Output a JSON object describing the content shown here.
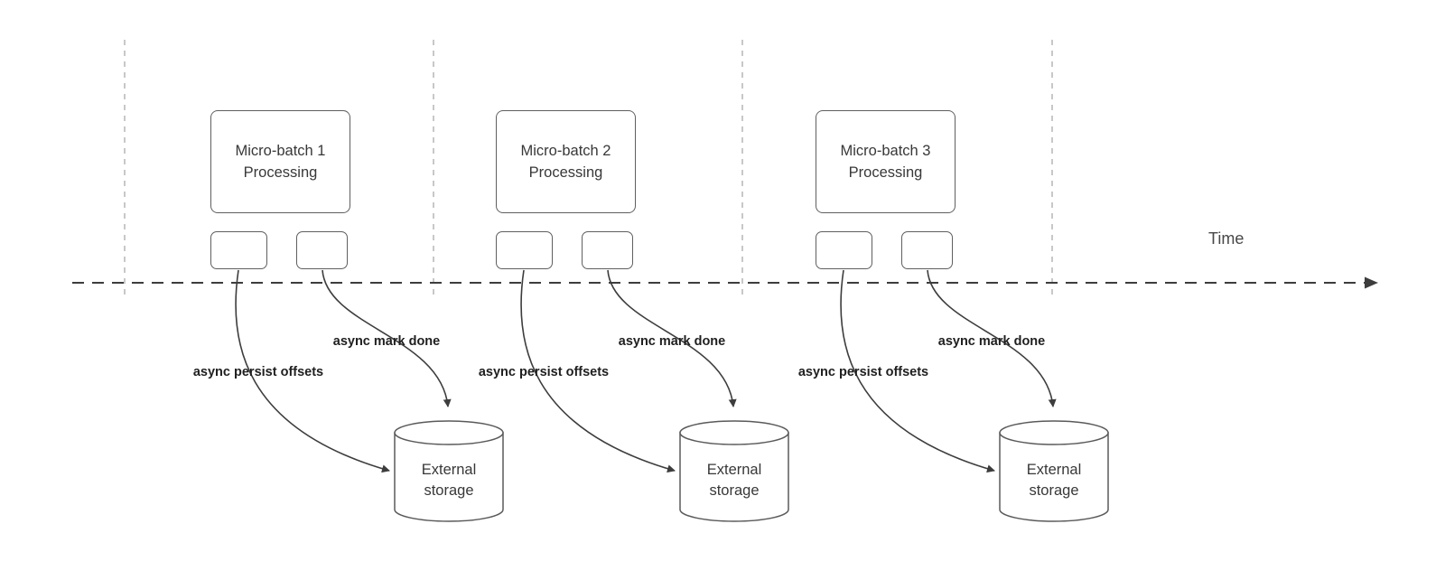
{
  "diagram": {
    "time_label": "Time",
    "groups": [
      {
        "title": "Micro-batch 1\nProcessing",
        "persist_label": "async persist offsets",
        "mark_done_label": "async mark done",
        "storage_label": "External\nstorage"
      },
      {
        "title": "Micro-batch 2\nProcessing",
        "persist_label": "async persist offsets",
        "mark_done_label": "async mark done",
        "storage_label": "External\nstorage"
      },
      {
        "title": "Micro-batch 3\nProcessing",
        "persist_label": "async persist offsets",
        "mark_done_label": "async mark done",
        "storage_label": "External\nstorage"
      }
    ],
    "colors": {
      "outline": "#5f5f5f",
      "arrow": "#3d3d3d",
      "guide": "#b5b5b5",
      "label_text": "#1f1f1f"
    }
  }
}
